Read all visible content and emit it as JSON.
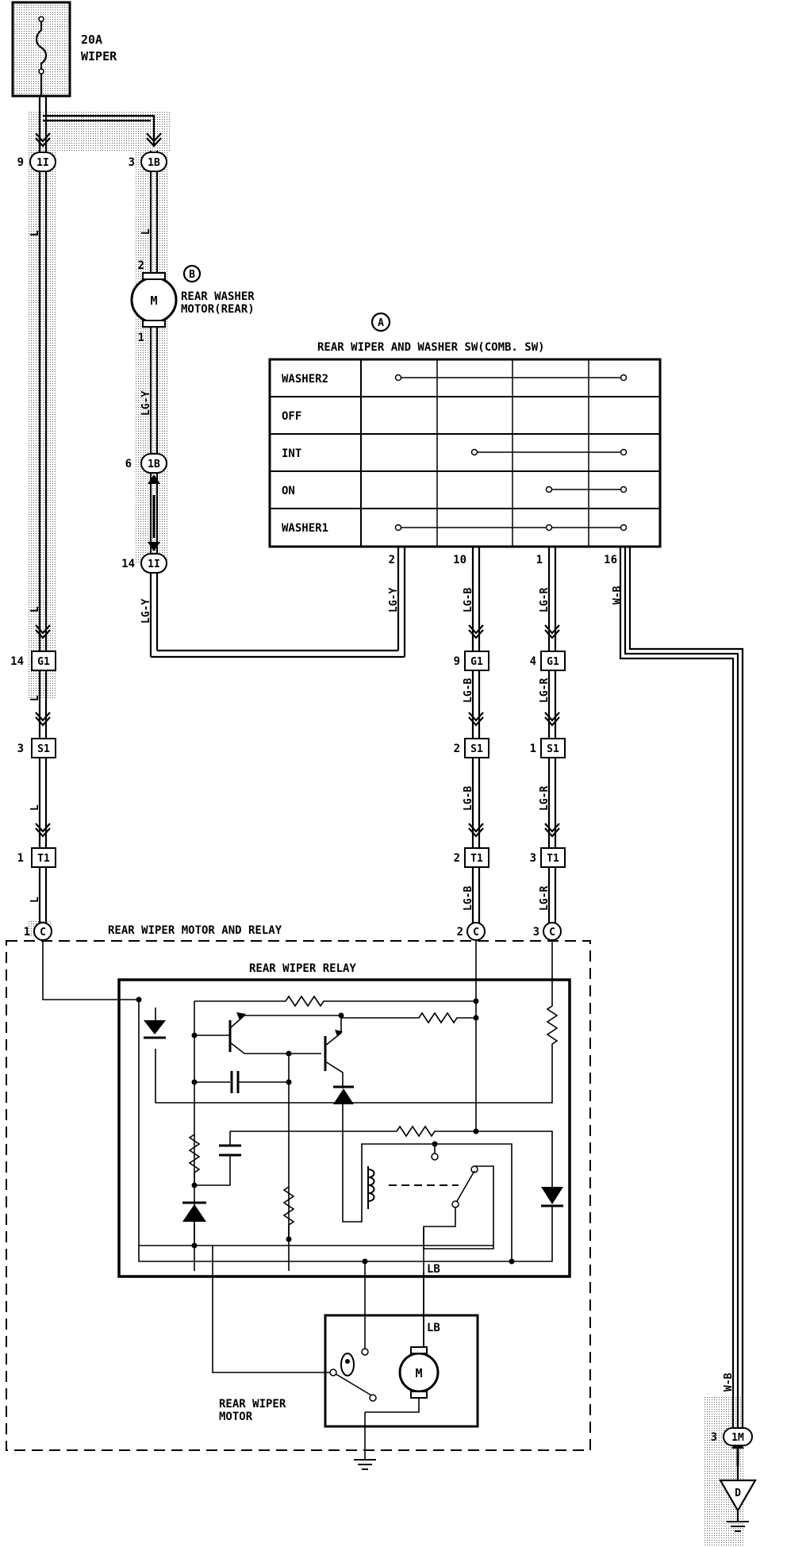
{
  "fuse": {
    "rating": "20A",
    "name": "WIPER"
  },
  "components": {
    "washer_motor": {
      "letter": "B",
      "line1": "REAR WASHER",
      "line2": "MOTOR(REAR)",
      "motor_symbol": "M",
      "pin_top": "2",
      "pin_bottom": "1"
    },
    "switch": {
      "letter": "A",
      "title": "REAR WIPER AND WASHER SW(COMB. SW)",
      "rows": [
        "WASHER2",
        "OFF",
        "INT",
        "ON",
        "WASHER1"
      ],
      "pins": [
        "2",
        "10",
        "1",
        "16"
      ]
    },
    "motor_relay": {
      "title": "REAR WIPER MOTOR AND RELAY",
      "relay_title": "REAR WIPER RELAY"
    },
    "wiper_motor": {
      "line1": "REAR WIPER",
      "line2": "MOTOR",
      "motor_symbol": "M",
      "wire": "LB"
    }
  },
  "connectors": {
    "c1": {
      "pin": "9",
      "id": "1I"
    },
    "c2": {
      "pin": "3",
      "id": "1B"
    },
    "c3": {
      "pin": "6",
      "id": "1B"
    },
    "c4": {
      "pin": "14",
      "id": "1I"
    },
    "g1a": {
      "pin": "14",
      "id": "G1"
    },
    "g1b": {
      "pin": "9",
      "id": "G1"
    },
    "g1c": {
      "pin": "4",
      "id": "G1"
    },
    "s1a": {
      "pin": "3",
      "id": "S1"
    },
    "s1b": {
      "pin": "2",
      "id": "S1"
    },
    "s1c": {
      "pin": "1",
      "id": "S1"
    },
    "t1a": {
      "pin": "1",
      "id": "T1"
    },
    "t1b": {
      "pin": "2",
      "id": "T1"
    },
    "t1c": {
      "pin": "3",
      "id": "T1"
    },
    "ca": {
      "pin": "1",
      "id": "C"
    },
    "cb": {
      "pin": "2",
      "id": "C"
    },
    "cc": {
      "pin": "3",
      "id": "C"
    },
    "m1": {
      "pin": "3",
      "id": "1M"
    },
    "ground": {
      "id": "D"
    }
  },
  "wire_colors": {
    "l": "L",
    "lgy": "LG-Y",
    "lgb": "LG-B",
    "lgr": "LG-R",
    "wb": "W-B",
    "lb": "LB"
  }
}
